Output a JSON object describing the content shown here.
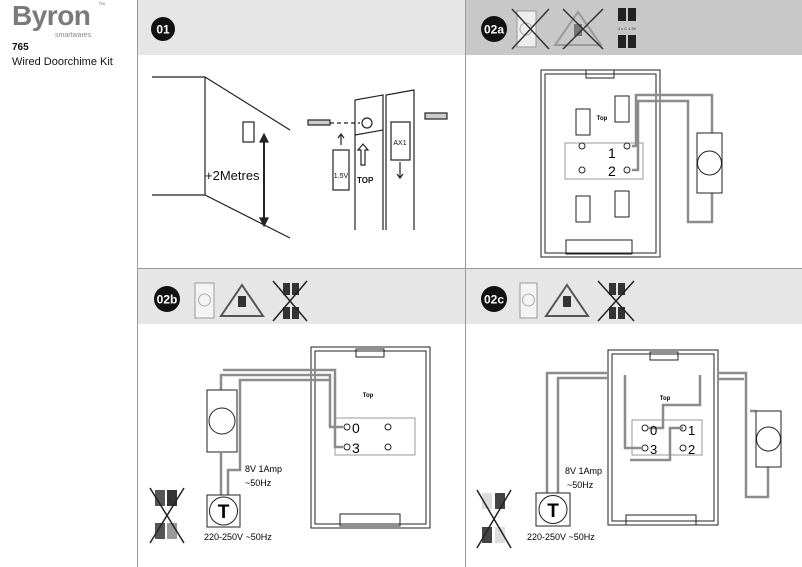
{
  "brand": {
    "name": "Byron",
    "trademark": "™",
    "tagline": "smartwares"
  },
  "product": {
    "model": "765",
    "title": "Wired Doorchime Kit"
  },
  "colors": {
    "header_light": "#e6e6e6",
    "header_dark": "#c8c8c8",
    "wire": "#8c8c8c",
    "badge": "#111111"
  },
  "panels": [
    {
      "step": "01",
      "label_height": "+2Metres",
      "top_label": "TOP",
      "battery_label": "1.5V",
      "battery_label2": "AX1"
    },
    {
      "step": "02a",
      "terminals": [
        "1",
        "2"
      ],
      "top_label": "Top",
      "battery_spec": "4 x C 1.5V",
      "header_icons": [
        "light-crossed-icon",
        "warning-triangle-crossed-icon",
        "battery-icon"
      ]
    },
    {
      "step": "02b",
      "terminals": [
        "0",
        "3"
      ],
      "top_label": "Top",
      "transformer_output": "8V 1Amp",
      "transformer_freq": "~50Hz",
      "mains": "220-250V ~50Hz",
      "transformer_symbol": "T",
      "header_icons": [
        "light-icon",
        "warning-triangle-icon",
        "battery-crossed-icon"
      ]
    },
    {
      "step": "02c",
      "terminals": [
        "0",
        "1",
        "3",
        "2"
      ],
      "top_label": "Top",
      "transformer_output": "8V 1Amp",
      "transformer_freq": "~50Hz",
      "mains": "220-250V ~50Hz",
      "transformer_symbol": "T",
      "header_icons": [
        "light-icon",
        "warning-triangle-icon",
        "battery-crossed-icon"
      ]
    }
  ]
}
